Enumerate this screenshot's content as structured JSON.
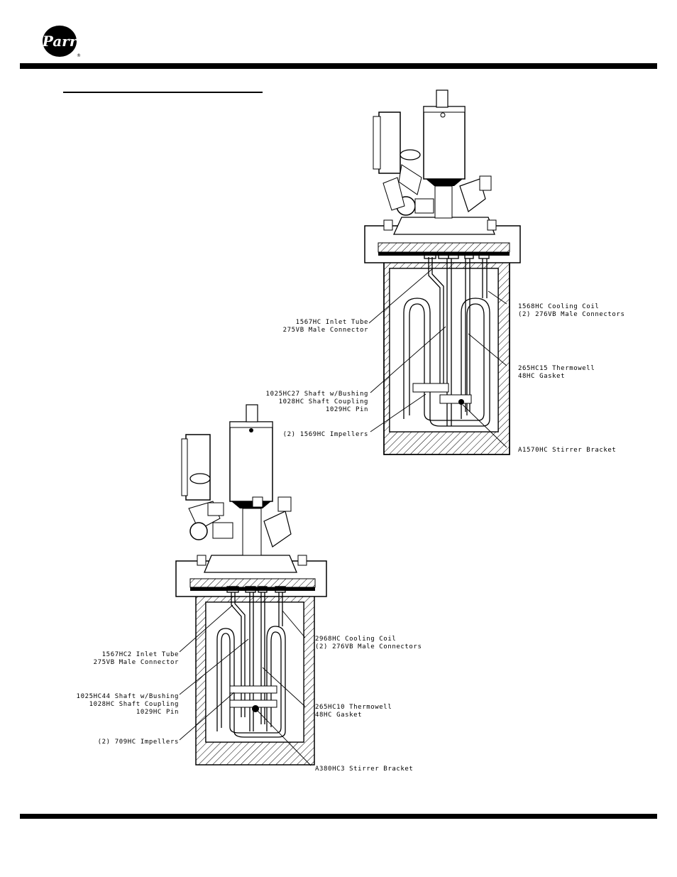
{
  "logo": {
    "text": "Parr",
    "registered": "®"
  },
  "upper_reactor": {
    "labels": {
      "inlet_tube": [
        "1567HC Inlet Tube",
        "275VB Male Connector"
      ],
      "cooling_coil": [
        "1568HC Cooling Coil",
        "(2) 276VB Male Connectors"
      ],
      "thermowell": [
        "265HC15 Thermowell",
        "48HC Gasket"
      ],
      "shaft": [
        "1025HC27 Shaft w/Bushing",
        "1028HC Shaft Coupling",
        "1029HC Pin"
      ],
      "impellers": [
        "(2) 1569HC Impellers"
      ],
      "stirrer_bracket": [
        "A1570HC Stirrer Bracket"
      ]
    }
  },
  "lower_reactor": {
    "labels": {
      "inlet_tube": [
        "1567HC2 Inlet Tube",
        "275VB Male Connector"
      ],
      "cooling_coil": [
        "2968HC Cooling Coil",
        "(2) 276VB Male Connectors"
      ],
      "thermowell": [
        "265HC10 Thermowell",
        "48HC Gasket"
      ],
      "shaft": [
        "1025HC44 Shaft w/Bushing",
        "1028HC Shaft Coupling",
        "1029HC Pin"
      ],
      "impellers": [
        "(2) 709HC Impellers"
      ],
      "stirrer_bracket": [
        "A380HC3 Stirrer Bracket"
      ]
    }
  }
}
